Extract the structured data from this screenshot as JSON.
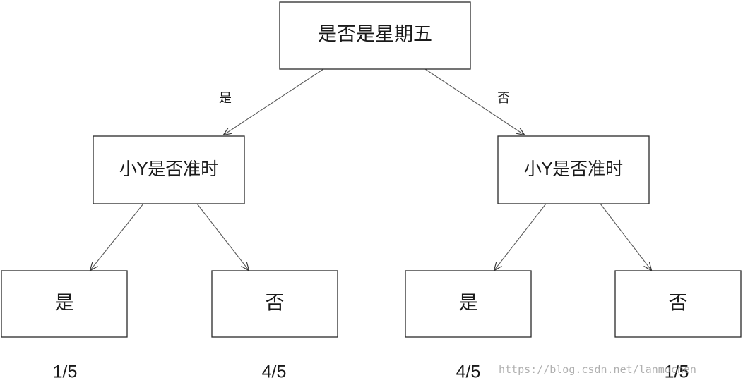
{
  "nodes": {
    "root": "是否是星期五",
    "left_mid": "小Y是否准时",
    "right_mid": "小Y是否准时",
    "leaf_1": "是",
    "leaf_2": "否",
    "leaf_3": "是",
    "leaf_4": "否"
  },
  "edges": {
    "left_label": "是",
    "right_label": "否"
  },
  "probabilities": [
    "1/5",
    "4/5",
    "4/5",
    "1/5"
  ],
  "watermark": "https://blog.csdn.net/lanmochen"
}
